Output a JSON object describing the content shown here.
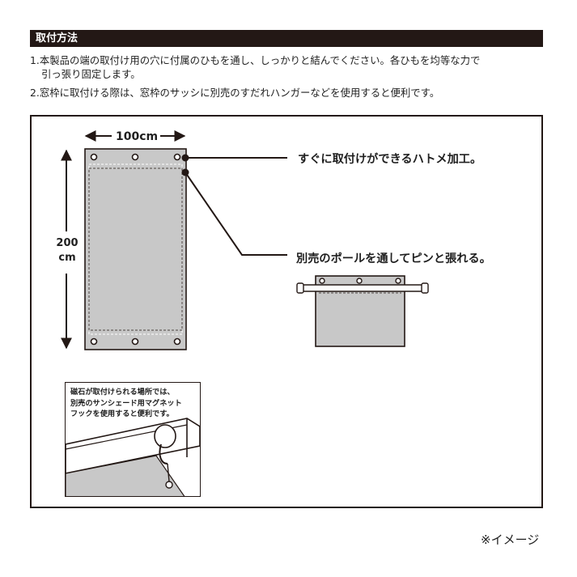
{
  "header": {
    "title": "取付方法"
  },
  "instructions": {
    "line1": "1.本製品の端の取付け用の穴に付属のひもを通し、しっかりと結んでください。各ひもを均等な力で",
    "line1_cont": "引っ張り固定します。",
    "line2": "2.窓枠に取付ける際は、窓枠のサッシに別売のすだれハンガーなどを使用すると便利です。"
  },
  "diagram": {
    "width_label": "100cm",
    "height_label_value": "200",
    "height_label_unit": "cm",
    "callout_grommet": "すぐに取付けができるハトメ加工。",
    "callout_pole": "別売のポールを通してピンと張れる。",
    "colors": {
      "panel": "#c8c8c8",
      "line": "#231815",
      "seam": "#ffffff"
    }
  },
  "note": {
    "line1": "磁石が取付けられる場所では、",
    "line2": "別売のサンシェード用マグネット",
    "line3": "フックを使用すると便利です。"
  },
  "footnote": "※イメージ"
}
